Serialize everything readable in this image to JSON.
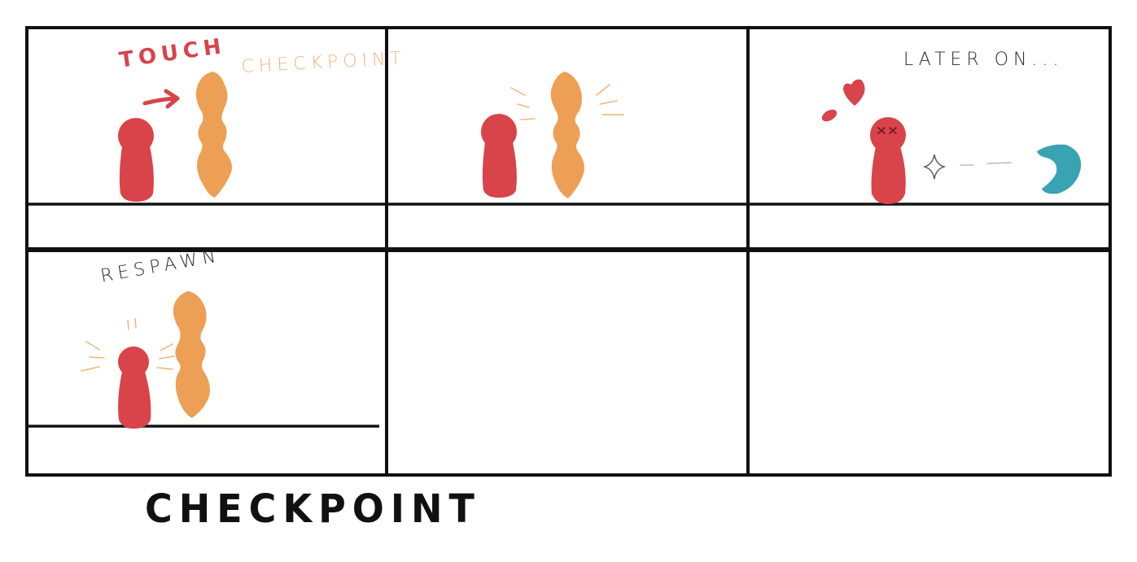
{
  "captions": {
    "touch": "TOUCH",
    "checkpoint_label": "CHECKPOINT",
    "later_on": "LATER ON...",
    "respawn": "RESPAWN",
    "title": "CHECKPOINT"
  },
  "colors": {
    "player": "#d9434a",
    "checkpoint": "#eda055",
    "enemy": "#3aa3b3",
    "ink": "#111111",
    "label_touch": "#d9434a",
    "label_checkpoint": "#f2b47a",
    "label_dark": "#2a2a2a"
  },
  "panels": [
    {
      "id": "panel-1"
    },
    {
      "id": "panel-2"
    },
    {
      "id": "panel-3"
    },
    {
      "id": "panel-4"
    },
    {
      "id": "panel-5"
    },
    {
      "id": "panel-6"
    }
  ]
}
